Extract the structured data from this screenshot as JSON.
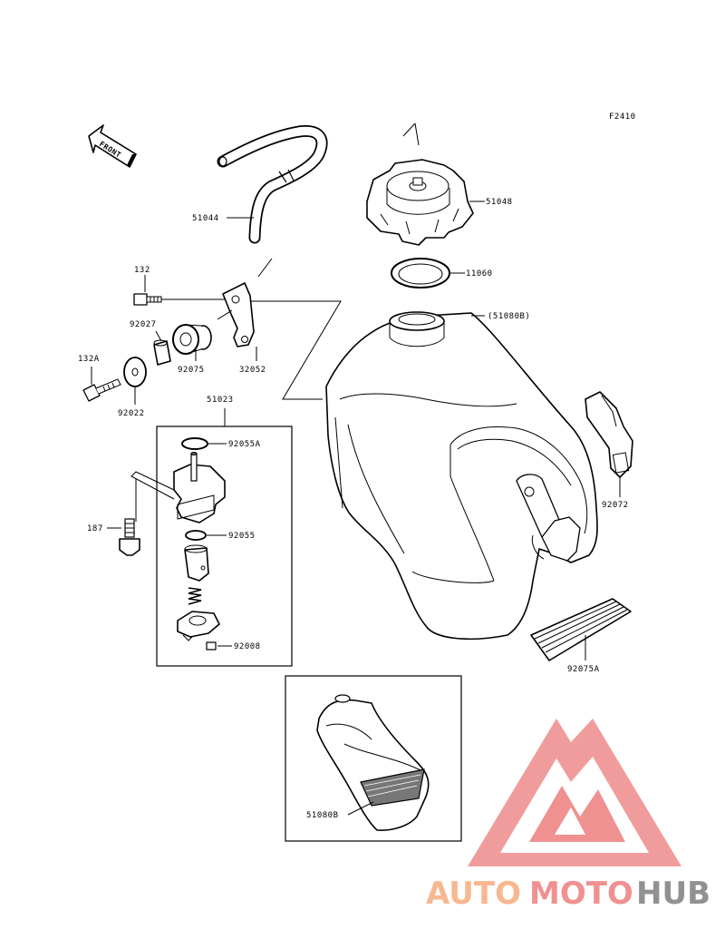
{
  "figure_code": "F2410",
  "front_arrow_label": "FRONT",
  "parts": {
    "hose": "51044",
    "cap": "51048",
    "gasket": "11060",
    "tank": "(51080B)",
    "bolt_132": "132",
    "collar": "92027",
    "bolt_132a": "132A",
    "damper": "92075",
    "bracket": "32052",
    "washer": "92022",
    "fuel_cock": "51023",
    "oring_a": "92055A",
    "oring": "92055",
    "bolt_187": "187",
    "screw": "92008",
    "strap": "92072",
    "pad": "92075A",
    "tank_inset": "51080B"
  },
  "watermark": {
    "brand_part1": "AUTO",
    "brand_part2": "MOTO",
    "brand_part3": "HUB",
    "color_orange": "#f7b48a",
    "color_red": "#f08c8c",
    "color_gray": "#8c8c8c"
  }
}
